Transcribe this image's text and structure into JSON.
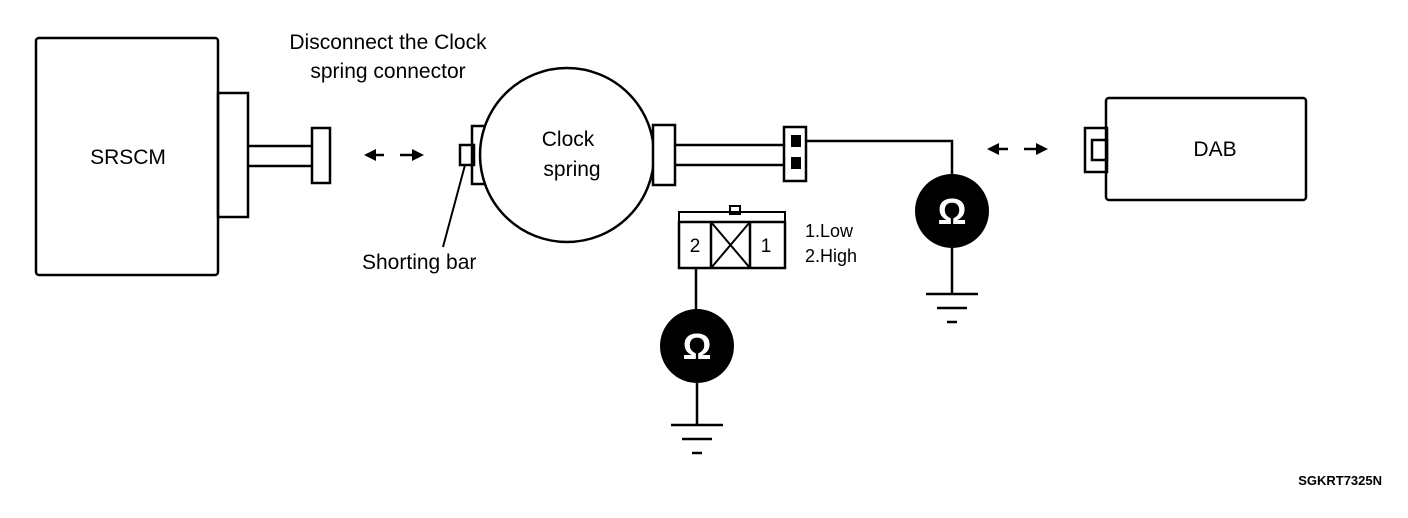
{
  "diagram": {
    "instruction_line1": "Disconnect the Clock",
    "instruction_line2": "spring connector",
    "srscm_label": "SRSCM",
    "clock_spring_line1": "Clock",
    "clock_spring_line2": "spring",
    "shorting_bar_label": "Shorting bar",
    "dab_label": "DAB",
    "connector_pin2": "2",
    "connector_pin1": "1",
    "legend_low": "1.Low",
    "legend_high": "2.High",
    "ohm_symbol": "Ω",
    "figure_code": "SGKRT7325N"
  },
  "icons": [
    "ohmmeter-icon",
    "ground-icon",
    "arrow-left-icon",
    "arrow-right-icon"
  ]
}
